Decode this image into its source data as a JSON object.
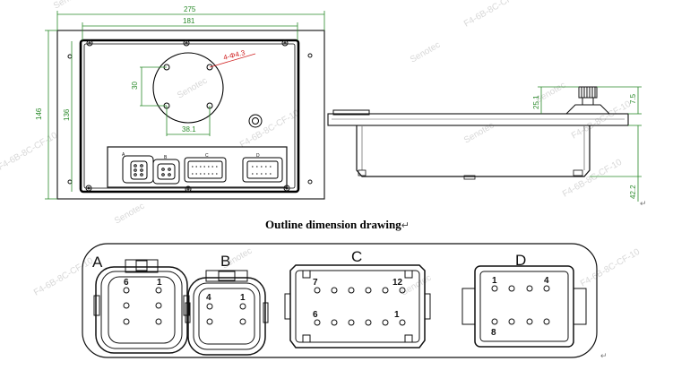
{
  "caption": "Outline dimension drawing",
  "return_mark": "↵",
  "watermark": [
    "Senotec",
    "F4-6B-8C-CF-10"
  ],
  "dims": {
    "width_outer": "275",
    "width_inner": "181",
    "height_outer": "146",
    "height_inner": "136",
    "hole_vertical": "30",
    "hole_horizontal": "38.1",
    "hole_dia": "4-Φ4.3",
    "side_a": "25.1",
    "side_b": "7.5",
    "side_c": "42.2"
  },
  "connectors": [
    {
      "letter": "A",
      "pins_top": [
        "6",
        "1"
      ]
    },
    {
      "letter": "B",
      "pins_top": [
        "4",
        "1"
      ]
    },
    {
      "letter": "C",
      "pins_top": [
        "7",
        "12"
      ],
      "pins_bottom": [
        "6",
        "1"
      ]
    },
    {
      "letter": "D",
      "pins_top": [
        "1",
        "4"
      ],
      "pins_bottom": [
        "8"
      ]
    }
  ]
}
